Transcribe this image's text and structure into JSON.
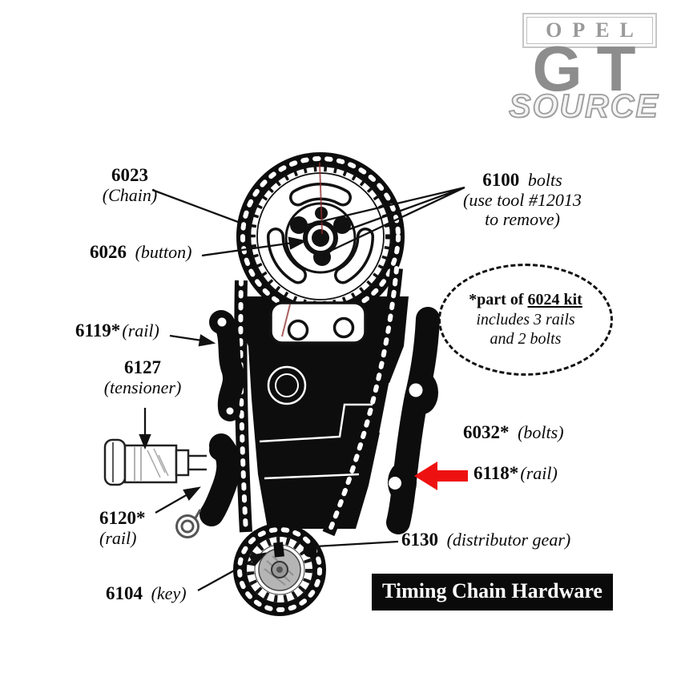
{
  "logo": {
    "brand": "OPEL",
    "model": "GT",
    "suffix": "SOURCE"
  },
  "banner": {
    "title": "Timing Chain Hardware"
  },
  "note": {
    "line1_prefix": "*part of ",
    "line1_link": "6024 kit",
    "line2": "includes 3 rails",
    "line3": "and 2 bolts"
  },
  "labels": {
    "chain": {
      "num": "6023",
      "desc": "(Chain)"
    },
    "button": {
      "num": "6026",
      "desc": "(button)"
    },
    "bolts_top": {
      "num": "6100",
      "desc": "bolts",
      "note1": "(use tool #12013",
      "note2": "to remove)"
    },
    "rail_upper_left": {
      "num": "6119*",
      "desc": "(rail)"
    },
    "tensioner": {
      "num": "6127",
      "desc": "(tensioner)"
    },
    "bolts_right": {
      "num": "6032*",
      "desc": "(bolts)"
    },
    "rail_right": {
      "num": "6118*",
      "desc": "(rail)"
    },
    "rail_lower_left": {
      "num": "6120*",
      "desc": "(rail)"
    },
    "key": {
      "num": "6104",
      "desc": "(key)"
    },
    "distributor_gear": {
      "num": "6130",
      "desc": "(distributor gear)"
    }
  },
  "colors": {
    "arrow_red": "#ee1111",
    "line_black": "#111111",
    "logo_gray": "#8d8d8d"
  }
}
